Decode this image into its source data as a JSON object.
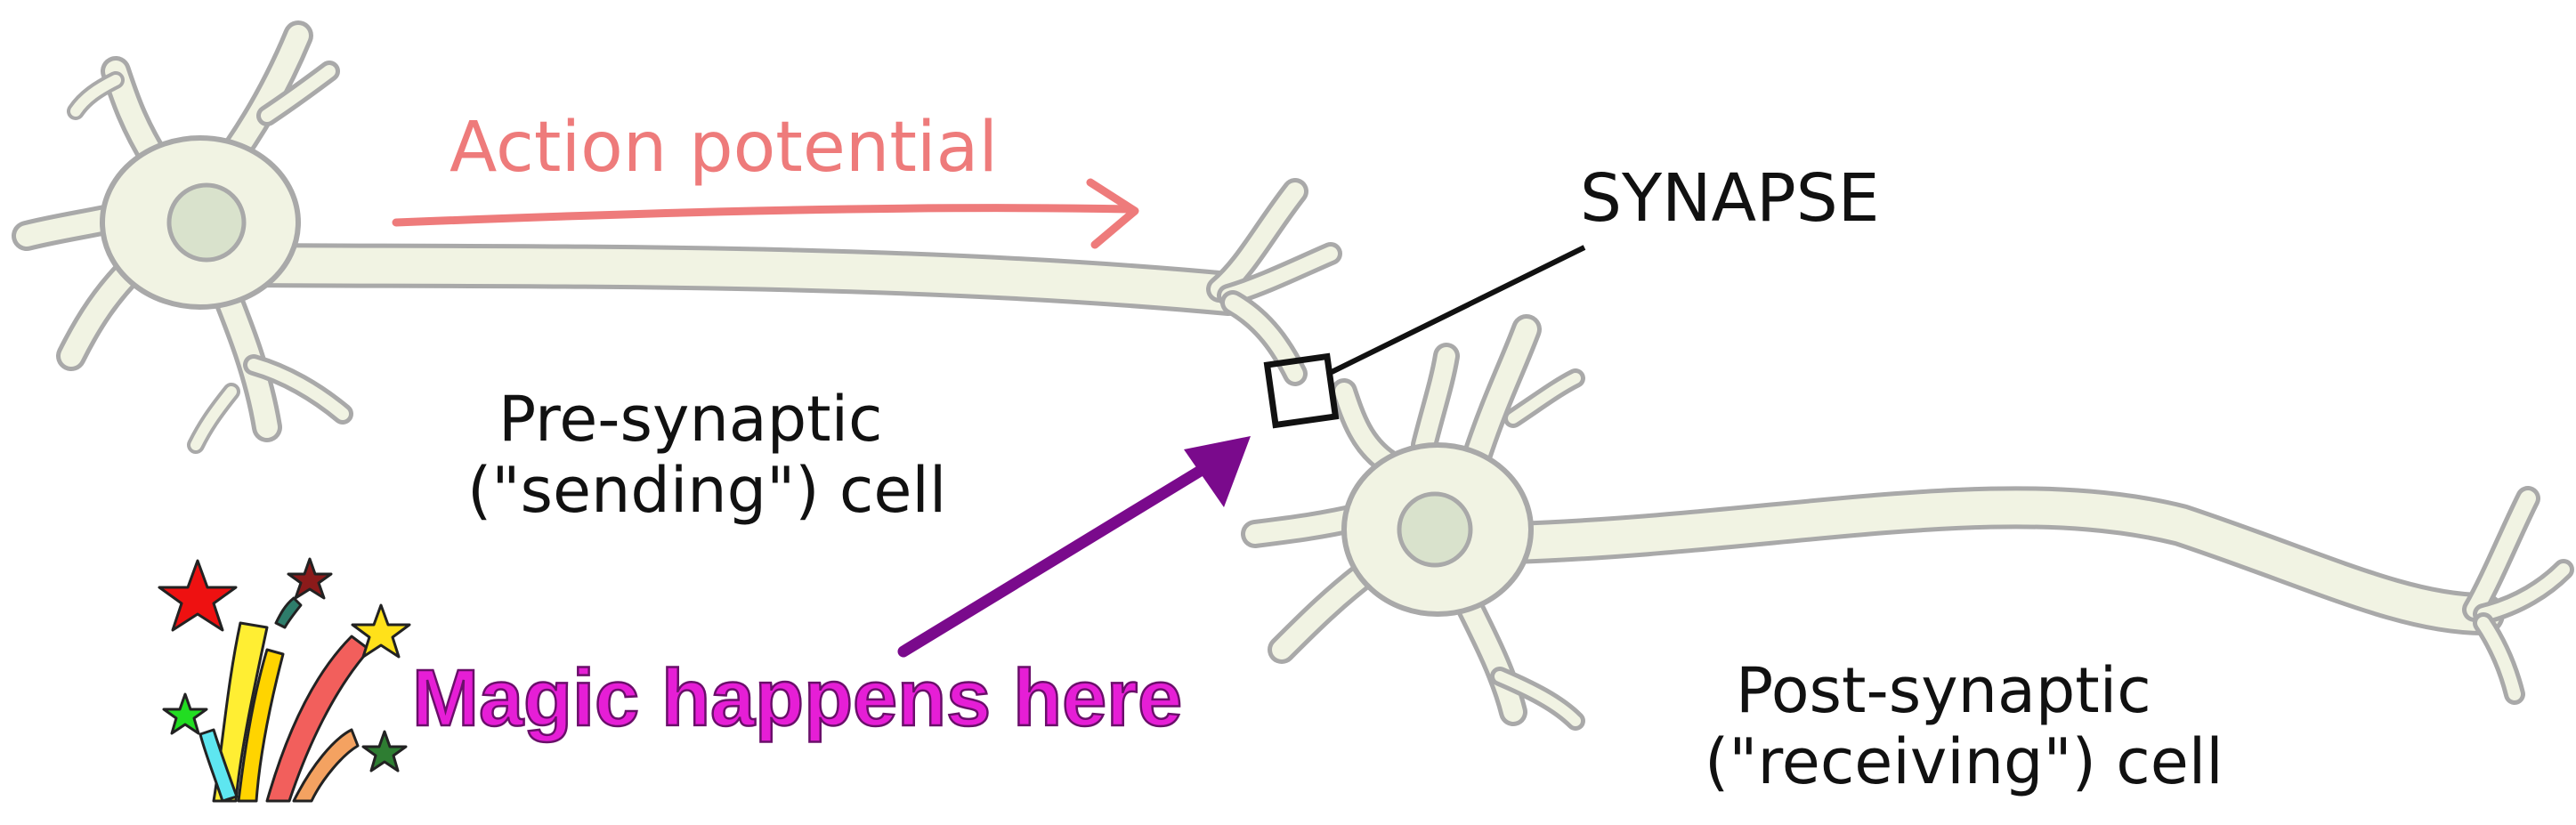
{
  "labels": {
    "action_potential": "Action potential",
    "synapse": "SYNAPSE",
    "pre_line1": "Pre-synaptic",
    "pre_line2": "(\"sending\") cell",
    "post_line1": "Post-synaptic",
    "post_line2": "(\"receiving\") cell",
    "magic": "Magic happens here"
  },
  "colors": {
    "neuron_fill": "#f1f3e3",
    "neuron_outline": "#a9a9a9",
    "nucleus_fill": "#d9e2cc",
    "action_potential": "#ee7b7b",
    "arrow": "#7a0a8c",
    "magic_text": "#e61ed6",
    "ink": "#111111"
  },
  "icons": {
    "burst": "fireworks-burst-icon"
  }
}
